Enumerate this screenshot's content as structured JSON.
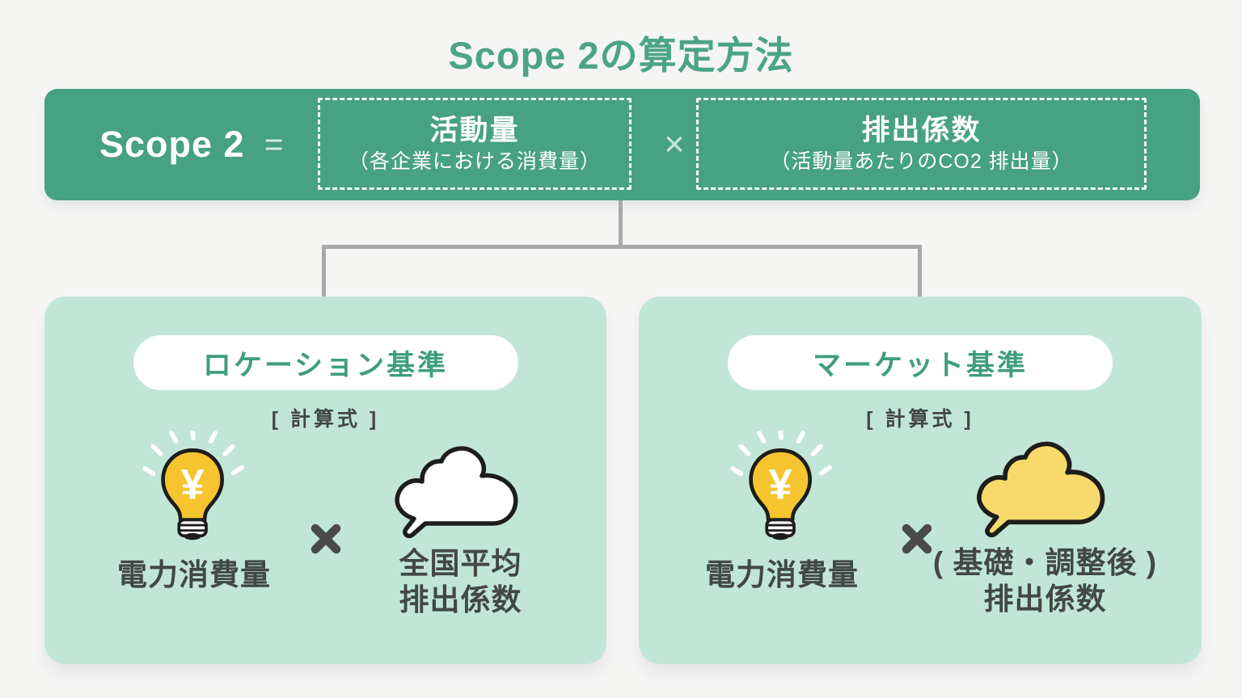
{
  "title": "Scope 2の算定方法",
  "banner": {
    "scope_label": "Scope 2",
    "equals": "=",
    "times": "×",
    "activity_title": "活動量",
    "activity_subtitle": "（各企業における消費量）",
    "factor_title": "排出係数",
    "factor_subtitle": "（活動量あたりのCO2 排出量）"
  },
  "cards": {
    "location": {
      "badge": "ロケーション基準",
      "formula_label": "[ 計算式 ]",
      "energy_label": "電力消費量",
      "operator": "×",
      "factor_line1": "全国平均",
      "factor_line2": "排出係数"
    },
    "market": {
      "badge": "マーケット基準",
      "formula_label": "[ 計算式 ]",
      "energy_label": "電力消費量",
      "operator": "×",
      "factor_line1": "( 基礎・調整後 )",
      "factor_line2": "排出係数"
    }
  },
  "icons": {
    "yen_symbol": "¥",
    "lightbulb": "lightbulb-yen-icon",
    "cloud_white": "cloud-outline-icon",
    "cloud_yellow": "cloud-filled-icon",
    "multiply": "multiply-icon"
  },
  "colors": {
    "background": "#f5f5f4",
    "banner_green": "#47a183",
    "title_green": "#4ba487",
    "card_mint": "#c1e6d8",
    "badge_text_green": "#3f9e7e",
    "dark_text": "#424845",
    "connector_gray": "#a9a9a9",
    "bulb_yellow": "#f6c42e",
    "cloud_yellow": "#f8da6c",
    "outline_black": "#1d1d1b"
  }
}
